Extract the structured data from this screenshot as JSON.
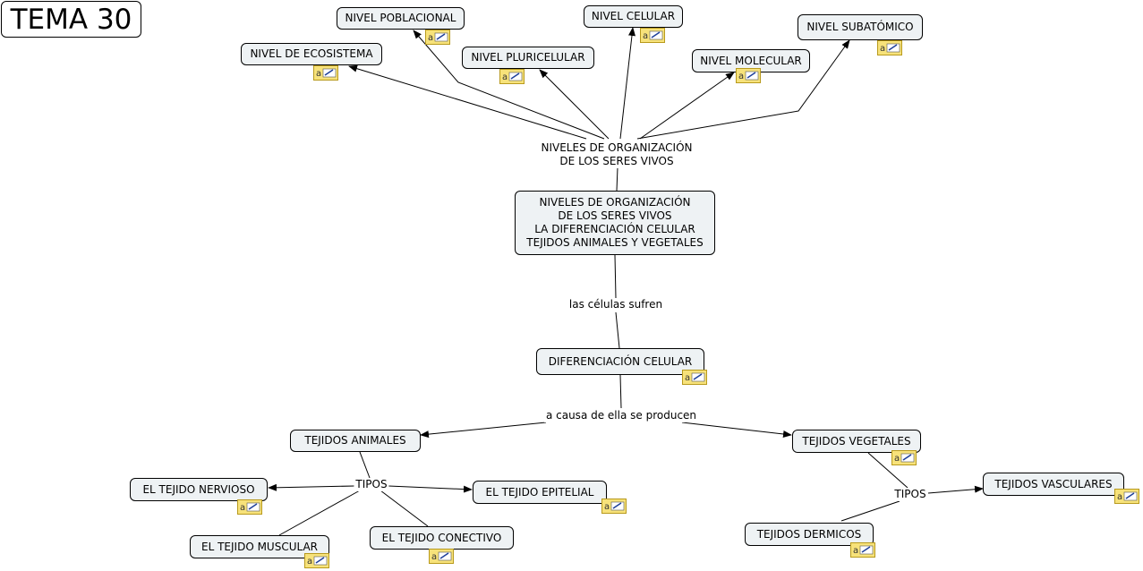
{
  "title": "TEMA 30",
  "nodes": {
    "poblacional": "NIVEL POBLACIONAL",
    "celular": "NIVEL CELULAR",
    "subatomico": "NIVEL SUBATÓMICO",
    "ecosistema": "NIVEL DE ECOSISTEMA",
    "pluricelular": "NIVEL PLURICELULAR",
    "molecular": "NIVEL MOLECULAR",
    "central": "NIVELES DE ORGANIZACIÓN\nDE LOS SERES VIVOS\nLA DIFERENCIACIÓN CELULAR\nTEJIDOS ANIMALES Y VEGETALES",
    "diferenciacion": "DIFERENCIACIÓN CELULAR",
    "animales": "TEJIDOS ANIMALES",
    "vegetales": "TEJIDOS VEGETALES",
    "nervioso": "EL TEJIDO NERVIOSO",
    "epitelial": "EL TEJIDO EPITELIAL",
    "muscular": "EL TEJIDO MUSCULAR",
    "conectivo": "EL TEJIDO CONECTIVO",
    "vasculares": "TEJIDOS VASCULARES",
    "dermicos": "TEJIDOS DERMICOS"
  },
  "phrases": {
    "niveles": "NIVELES DE ORGANIZACIÓN\nDE LOS SERES VIVOS",
    "sufren": "las células sufren",
    "causa": "a causa de ella se producen",
    "tipos_animales": "TIPOS",
    "tipos_vegetales": "TIPOS"
  },
  "note_icon": "note-icon",
  "colors": {
    "node_bg": "#eef2f4",
    "note_bg": "#f7e27a",
    "note_border": "#b89a1d"
  }
}
